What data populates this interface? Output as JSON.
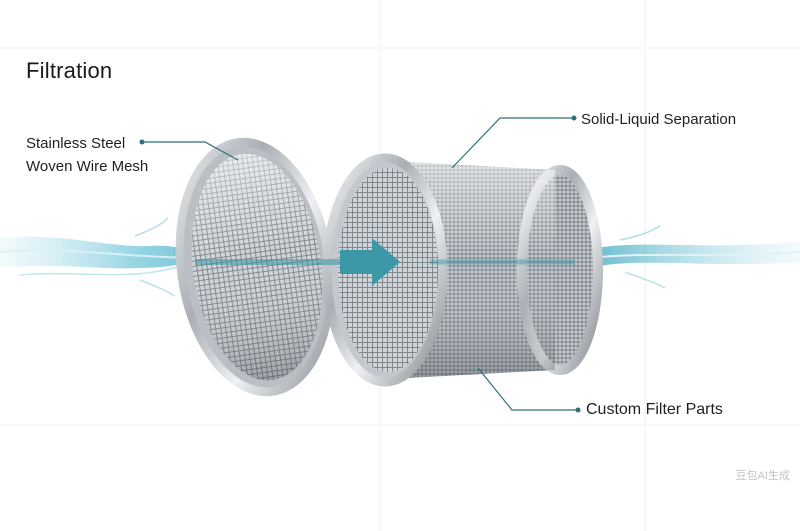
{
  "title": "Filtration",
  "labels": {
    "mesh_line1": "Stainless Steel",
    "mesh_line2": "Woven Wire Mesh",
    "separation": "Solid-Liquid Separation",
    "custom": "Custom Filter Parts"
  },
  "watermark": "豆包AI生成",
  "colors": {
    "callout": "#2f6f7a",
    "flow_arrow": "#3c97a6",
    "metal_rim": "#9ea4aa",
    "water": "#8ad0e0"
  },
  "icons": {
    "mesh_disc": "round-mesh-screen",
    "filter_basket": "cylindrical-mesh-basket",
    "flow_arrow": "right-arrow"
  }
}
